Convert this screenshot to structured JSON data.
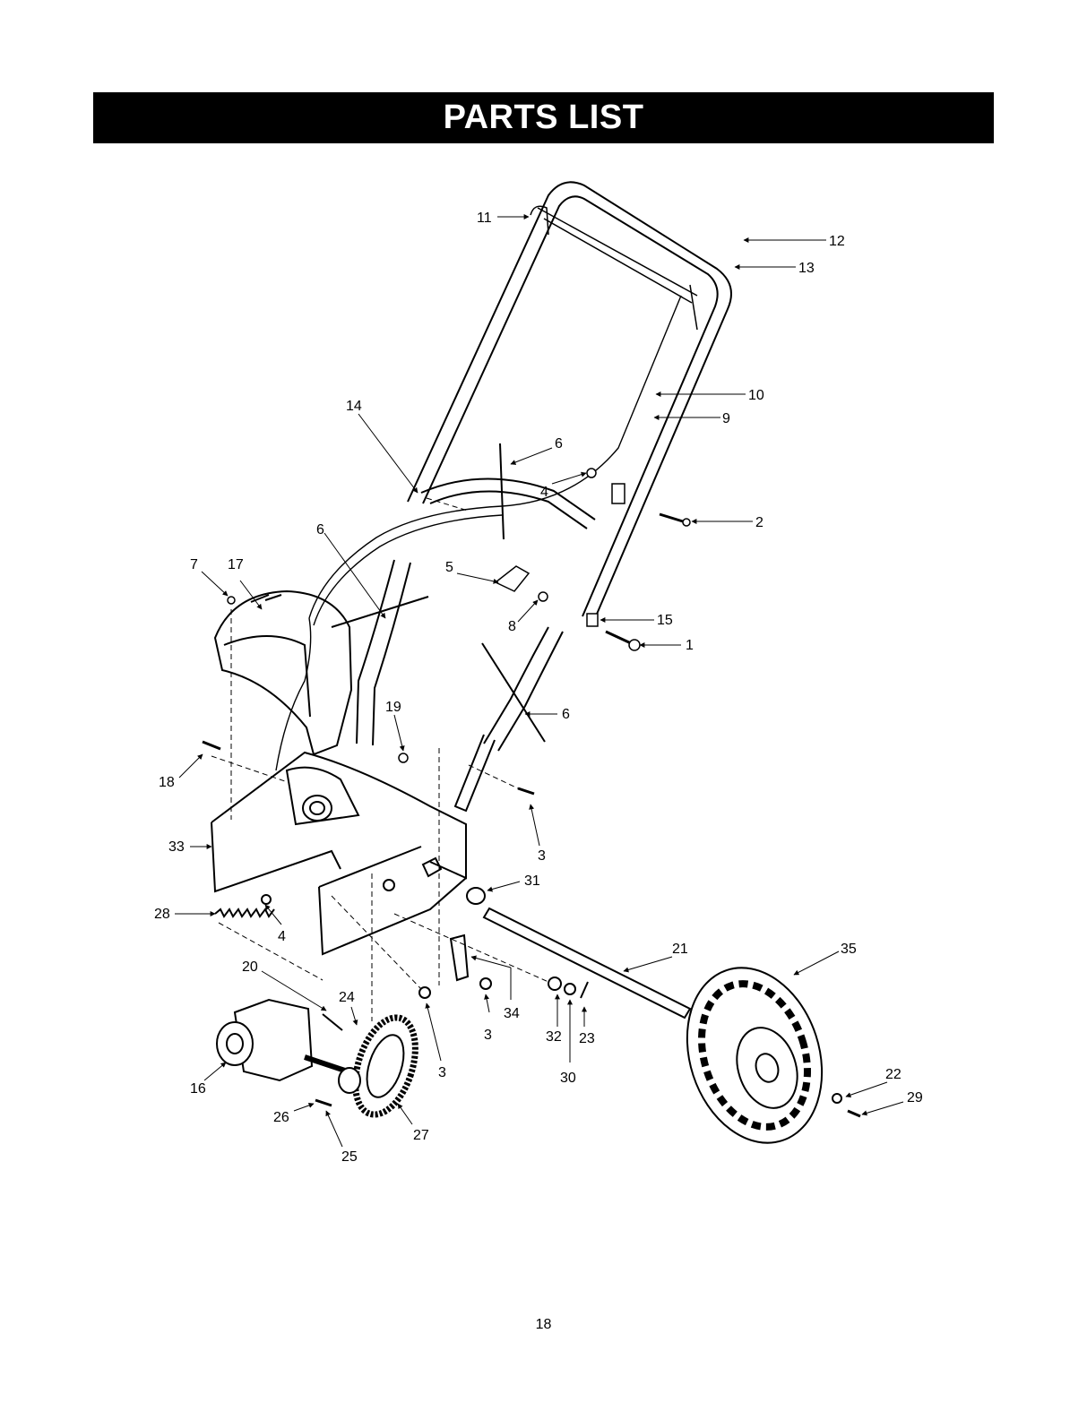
{
  "header": {
    "title": "PARTS LIST"
  },
  "page_number": "18",
  "callouts": [
    "1",
    "2",
    "3",
    "4",
    "5",
    "6",
    "7",
    "8",
    "9",
    "10",
    "11",
    "12",
    "13",
    "14",
    "15",
    "16",
    "17",
    "18",
    "19",
    "20",
    "21",
    "22",
    "23",
    "24",
    "25",
    "26",
    "27",
    "28",
    "29",
    "30",
    "31",
    "32",
    "33",
    "34",
    "35"
  ],
  "colors": {
    "banner": "#000000",
    "banner_text": "#ffffff",
    "line": "#000000"
  }
}
